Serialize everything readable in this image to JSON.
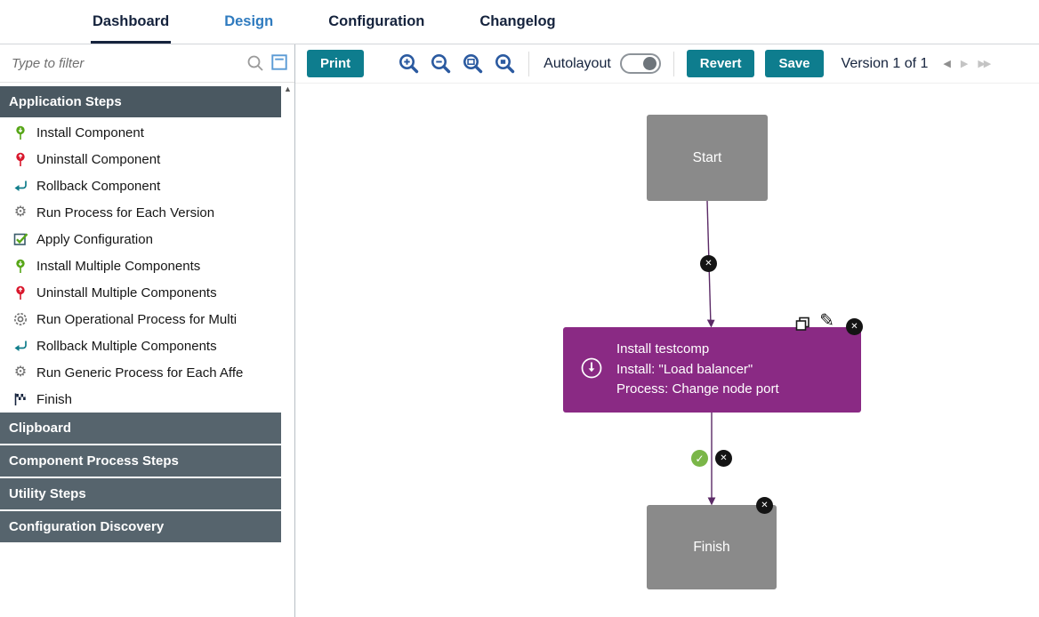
{
  "tabs": [
    {
      "label": "Dashboard"
    },
    {
      "label": "Design"
    },
    {
      "label": "Configuration"
    },
    {
      "label": "Changelog"
    }
  ],
  "palette": {
    "filter_placeholder": "Type to filter",
    "sections": [
      {
        "label": "Application Steps"
      },
      {
        "label": "Clipboard"
      },
      {
        "label": "Component Process Steps"
      },
      {
        "label": "Utility Steps"
      },
      {
        "label": "Configuration Discovery"
      }
    ],
    "items": [
      {
        "label": "Install Component",
        "icon": "install-pin-icon"
      },
      {
        "label": "Uninstall Component",
        "icon": "uninstall-pin-icon"
      },
      {
        "label": "Rollback Component",
        "icon": "rollback-arrow-icon"
      },
      {
        "label": "Run Process for Each Version",
        "icon": "gear-run-icon"
      },
      {
        "label": "Apply Configuration",
        "icon": "checkbox-check-icon"
      },
      {
        "label": "Install Multiple Components",
        "icon": "install-pin-icon"
      },
      {
        "label": "Uninstall Multiple Components",
        "icon": "uninstall-pin-icon"
      },
      {
        "label": "Run Operational Process for Multi",
        "icon": "operational-rings-icon"
      },
      {
        "label": "Rollback Multiple Components",
        "icon": "rollback-arrow-icon"
      },
      {
        "label": "Run Generic Process for Each Affe",
        "icon": "gear-run-icon"
      },
      {
        "label": "Finish",
        "icon": "finish-flag-icon"
      }
    ]
  },
  "toolbar": {
    "print_label": "Print",
    "zoom_icons": [
      "zoom-in",
      "zoom-out",
      "zoom-fit",
      "zoom-reset"
    ],
    "autolayout_label": "Autolayout",
    "autolayout_state": "off",
    "revert_label": "Revert",
    "save_label": "Save",
    "version_label": "Version 1 of 1"
  },
  "canvas": {
    "start_label": "Start",
    "finish_label": "Finish",
    "step_lines": [
      "Install testcomp",
      "Install: \"Load balancer\"",
      "Process: Change node port"
    ]
  },
  "colors": {
    "accent_teal": "#0E7D8E",
    "node_purple": "#8A2A84",
    "node_gray": "#8A8A8A",
    "edge_purple": "#5B2A66",
    "success_green": "#7AB648",
    "tab_active": "#15233D",
    "tab_link_blue": "#2F7BBF",
    "install_green": "#57A618",
    "uninstall_red": "#D9182D",
    "rollback_teal": "#0F7C8A"
  }
}
